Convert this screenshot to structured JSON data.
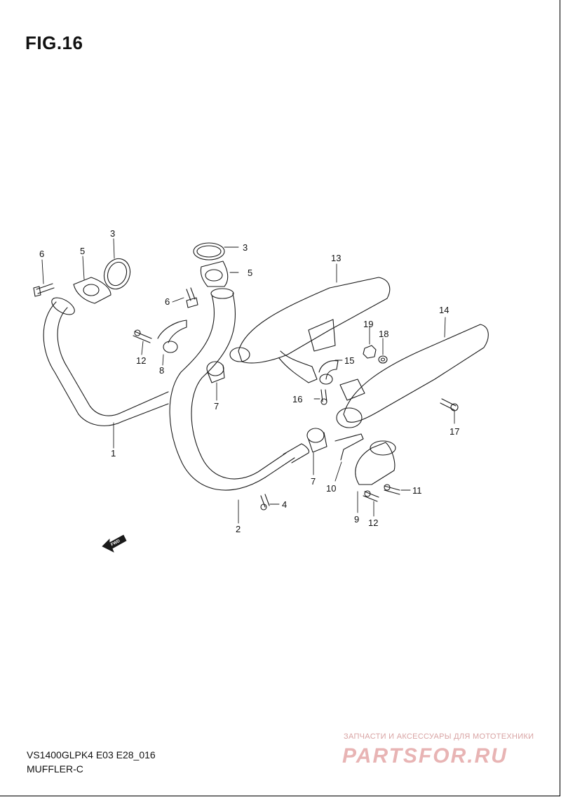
{
  "figure": {
    "title": "FIG.16"
  },
  "callouts": {
    "n1": "1",
    "n2": "2",
    "n3a": "3",
    "n3b": "3",
    "n4": "4",
    "n5a": "5",
    "n5b": "5",
    "n6a": "6",
    "n6b": "6",
    "n7a": "7",
    "n7b": "7",
    "n8": "8",
    "n9": "9",
    "n10": "10",
    "n11": "11",
    "n12a": "12",
    "n12b": "12",
    "n13": "13",
    "n14": "14",
    "n15": "15",
    "n16": "16",
    "n17": "17",
    "n18": "18",
    "n19": "19"
  },
  "direction_marker": {
    "label": "FWD"
  },
  "footer": {
    "model_code": "VS1400GLPK4 E03 E28_016",
    "section_name": "MUFFLER-C"
  },
  "watermark": {
    "tagline": "ЗАПЧАСТИ И АКСЕССУАРЫ ДЛЯ МОТОТЕХНИКИ",
    "brand": "PARTSFOR.RU",
    "color": "#e8b4b4"
  }
}
